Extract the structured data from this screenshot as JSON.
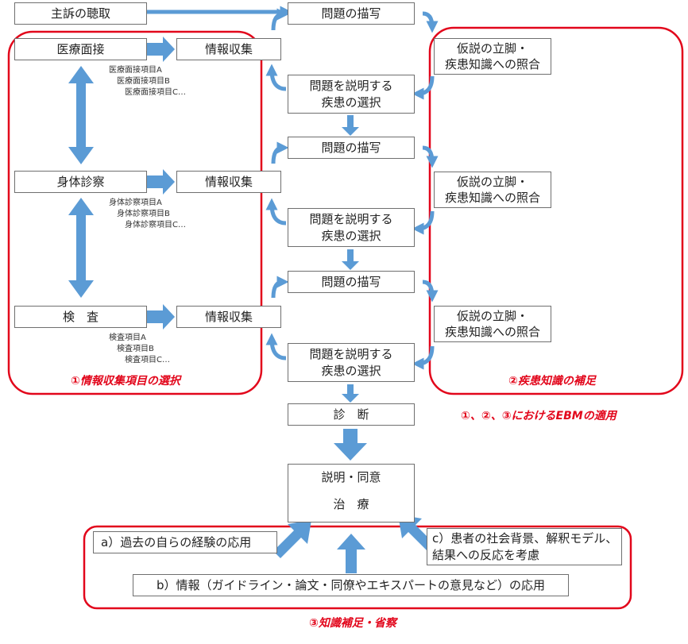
{
  "top": {
    "chief_complaint": "主訴の聴取"
  },
  "left": {
    "interview": "医療面接",
    "physical_exam": "身体診察",
    "tests": "検　査",
    "info_collection": "情報収集",
    "interview_items": [
      "医療面接項目A",
      "医療面接項目B",
      "医療面接項目C…"
    ],
    "physical_items": [
      "身体診察項目A",
      "身体診察項目B",
      "身体診察項目C…"
    ],
    "test_items": [
      "検査項目A",
      "検査項目B",
      "検査項目C…"
    ]
  },
  "center": {
    "problem_description": "問題の描写",
    "disease_selection": "問題を説明する\n疾患の選択",
    "diagnosis": "診　断",
    "explanation": "説明・同意",
    "treatment": "治　療"
  },
  "right": {
    "hypothesis": "仮説の立脚・\n疾患知識への照合"
  },
  "bottom": {
    "experience": "a）過去の自らの経験の応用",
    "information": "b）情報（ガイドライン・論文・同僚やエキスパートの意見など）の応用",
    "patient": "c）患者の社会背景、解釈モデル、\n結果への反応を考慮"
  },
  "labels": {
    "group1": "①情報収集項目の選択",
    "group2": "②疾患知識の補足",
    "ebm": "①、②、③におけるEBMの適用",
    "group3": "③知識補足・省察"
  },
  "colors": {
    "arrow_fill": "#5b9bd5",
    "frame_red": "#e2061b",
    "box_border": "#6f6f6f"
  }
}
